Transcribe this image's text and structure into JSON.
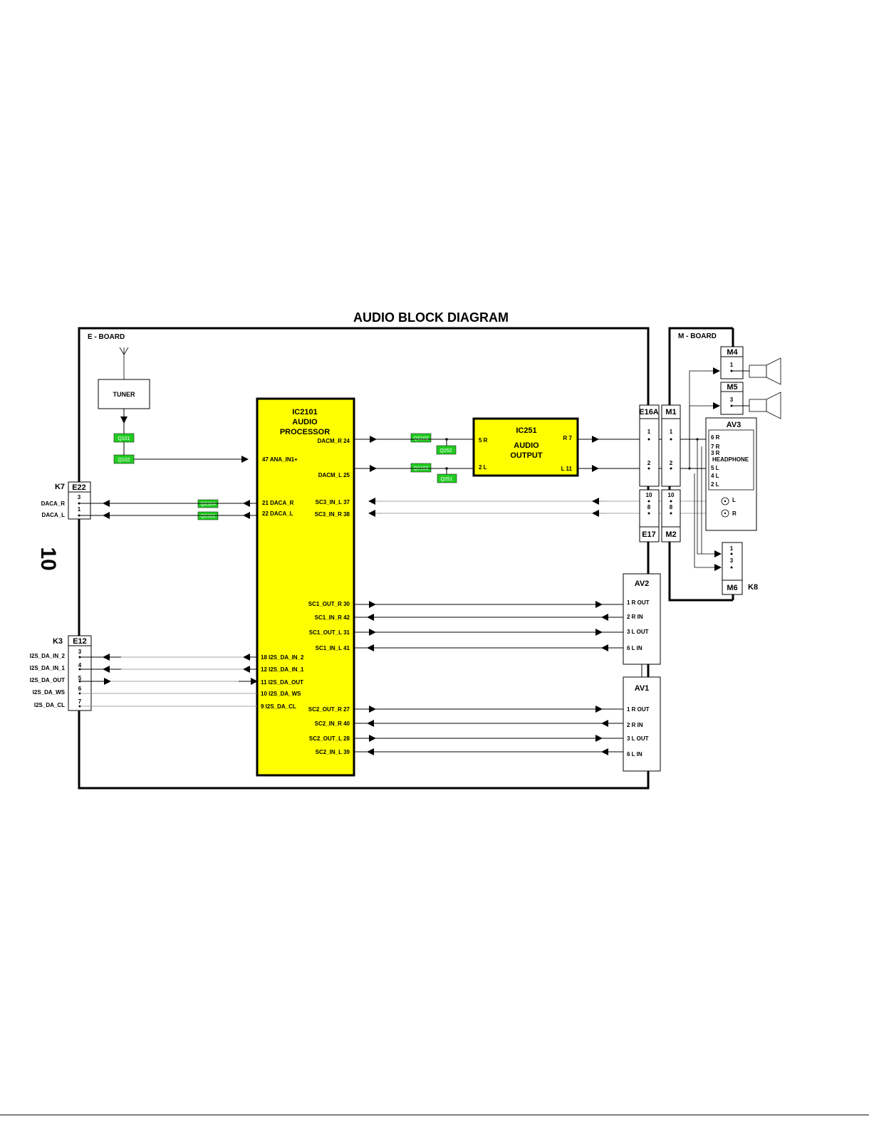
{
  "title": "AUDIO BLOCK DIAGRAM",
  "page_number": "10",
  "colors": {
    "ic_fill": "#ffff00",
    "transistor_fill": "#22cc22",
    "line": "#000000"
  },
  "e_board": {
    "label": "E - BOARD",
    "tuner": "TUNER",
    "q101": "Q101",
    "q102": "Q102",
    "ic2101": {
      "name": "IC2101",
      "line2": "AUDIO",
      "line3": "PROCESSOR",
      "pins": {
        "dacm_r": "DACM_R 24",
        "ana_in": "47 ANA_IN1+",
        "dacm_l": "DACM_L 25",
        "daca_r": "21 DACA_R",
        "daca_l": "22 DACA_L",
        "sc3_in_l": "SC3_IN_L 37",
        "sc3_in_r": "SC3_IN_R 38",
        "sc1_out_r": "SC1_OUT_R  30",
        "sc1_in_r": "SC1_IN_R 42",
        "sc1_out_l": "SC1_OUT_L 31",
        "sc1_in_l": "SC1_IN_L 41",
        "i2s_in2": "18 I2S_DA_IN_2",
        "i2s_in1": "12 I2S_DA_IN_1",
        "i2s_out": "11 I2S_DA_OUT",
        "i2s_ws": "10 I2S_DA_WS",
        "i2s_cl": "9 I2S_DA_CL",
        "sc2_out_r": "SC2_OUT_R  27",
        "sc2_in_r": "SC2_IN_R 40",
        "sc2_out_l": "SC2_OUT_L 28",
        "sc2_in_l": "SC2_IN_L 39"
      }
    },
    "ic251": {
      "name": "IC251",
      "line2": "AUDIO",
      "line3": "OUTPUT",
      "pin_5r": "5 R",
      "pin_2l": "2 L",
      "pin_r7": "R 7",
      "pin_l11": "L 11"
    },
    "q2102": "Q2102",
    "q2103": "Q2103",
    "q252": "Q252",
    "q251": "Q251",
    "q2304": "Q2304",
    "q2302": "Q2302",
    "k7": {
      "label": "K7",
      "conn": "E22",
      "pin3": "3",
      "pin1": "1",
      "sig_daca_r": "DACA_R",
      "sig_daca_l": "DACA_L"
    },
    "k3": {
      "label": "K3",
      "conn": "E12",
      "pins": [
        "3",
        "4",
        "5",
        "6",
        "7"
      ],
      "signals": [
        "I2S_DA_IN_2",
        "I2S_DA_IN_1",
        "I2S_DA_OUT",
        "I2S_DA_WS",
        "I2S_DA_CL"
      ]
    },
    "e16a": {
      "label": "E16A",
      "pin1": "1",
      "pin2": "2"
    },
    "e17": {
      "label": "E17",
      "pin10": "10",
      "pin8": "8"
    },
    "av2": {
      "label": "AV2",
      "pins": [
        "1 R OUT",
        "2 R IN",
        "3 L OUT",
        "6 L IN"
      ]
    },
    "av1": {
      "label": "AV1",
      "pins": [
        "1 R OUT",
        "2 R IN",
        "3 L OUT",
        "6 L IN"
      ]
    }
  },
  "m_board": {
    "label": "M - BOARD",
    "m1": {
      "label": "M1",
      "pin1": "1",
      "pin2": "2"
    },
    "m2": {
      "label": "M2",
      "pin10": "10",
      "pin8": "8"
    },
    "m4": {
      "label": "M4",
      "pin": "1"
    },
    "m5": {
      "label": "M5",
      "pin": "3"
    },
    "m6": {
      "label": "M6",
      "pin1": "1",
      "pin3": "3"
    },
    "k8": "K8",
    "av3": {
      "label": "AV3",
      "pins": [
        "6 R",
        "7 R",
        "3 R",
        "HEADPHONE",
        "5 L",
        "4 L",
        "2 L"
      ],
      "jack_l": "L",
      "jack_r": "R"
    }
  }
}
